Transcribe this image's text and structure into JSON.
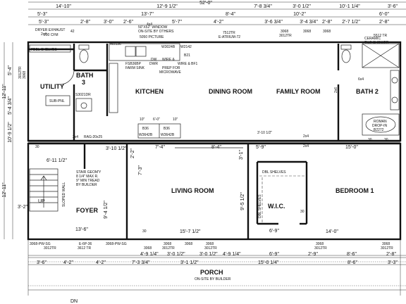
{
  "rooms": {
    "kitchen": "KITCHEN",
    "dining": "DINING ROOM",
    "family": "FAMILY ROOM",
    "bath3": "BATH",
    "bath3_num": "3",
    "bath2": "BATH 2",
    "utility": "UTILITY",
    "living": "LIVING ROOM",
    "bedroom1": "BEDROOM 1",
    "wic": "W.I.C.",
    "foyer": "FOYER",
    "porch": "PORCH",
    "porch_note": "ON-SITE BY BUILDER"
  },
  "top_dims": {
    "overall": "52'-0\"",
    "r1": [
      "14'-10\"",
      "12'-9 1/2\"",
      "7'-8 3/4\"",
      "3'-0 1/2\"",
      "10'-1 1/4\"",
      "3'-6\""
    ],
    "r2": [
      "5'-3\"",
      "13'-7\"",
      "8'-4\"",
      "10'-2\"",
      "6'-0\""
    ],
    "r3": [
      "5'-3\"",
      "2'-8\"",
      "3'-0\"",
      "2'-6\"",
      "5'-7\"",
      "4'-2\"",
      "3'-6 3/4\"",
      "3'-4 3/4\"",
      "2'-8\"",
      "2'-7 1/2\"",
      "2'-8\""
    ]
  },
  "bottom_dims": {
    "a": [
      "3'-6\"",
      "4'-2\"",
      "4'-2\"",
      "7'-3 3/4\"",
      "3'-1 1/2\"",
      "15'-0 1/4\"",
      "8'-6\"",
      "3'-3\""
    ],
    "b": [
      "4'-9 1/4\"",
      "3'-0 1/2\"",
      "3'-0 1/2\"",
      "4'-9 1/4\"",
      "6'-9\"",
      "2'-9\"",
      "8'-6\"",
      "2'-8\""
    ]
  },
  "left_dims": [
    "5'-4\"",
    "12'-11\"",
    "5'-4 3/4\"",
    "10'-9 1/2\"",
    "12'-11\"",
    "3'-2\""
  ],
  "interior_dims": [
    "7'-4\"",
    "8'-4\"",
    "5'-9\"",
    "15'-0\"",
    "3'-10 1/2\"",
    "7'-3\"",
    "15'-7 1/2\"",
    "14'-0\"",
    "6'-9\"",
    "9'-4 1/2\"",
    "6'-11 1/2\"",
    "13'-6\"",
    "3'-10 1/2\"",
    "9'-5 1/2\"",
    "3'-1\"",
    "2'-2\""
  ],
  "labels": {
    "dryer": "DRYER EXHAUST",
    "dryer_cfm": "200 CFM",
    "fdbl": "FDBL SHELVES",
    "window": "50\"X52\" WINDOW",
    "onsite": "ON-SITE BY OTHERS",
    "pict": "5050 PICTURE",
    "atrium_code": "7512TR",
    "atrium": "E-ATRIUM-72",
    "w3024b": "W3024B",
    "w2142": "W2142",
    "w2136": "W2136",
    "b21": "B21",
    "fsb": "FSB36BP",
    "farm": "FARM SINK",
    "dwr": "DWR",
    "dw": "DW",
    "wire1": "WIRE &",
    "wire2": "WIRE & BF1",
    "prep": "PREP FOR",
    "micro": "MICROWAVE",
    "shower1": "CERAMIC",
    "shower2": "TILE SHOWER",
    "shower_code": "5512 TR",
    "roman1": "ROMAN",
    "roman2": "DROP-IN",
    "roman3": "B2272",
    "subpnl": "SUB-PNL",
    "s3021": "S3021DR",
    "stair1": "STAIR GEOM'Y",
    "stair2": "8 1/4\" MAX R.",
    "stair3": "9\" MIN TREAD",
    "stair4": "BY BUILDER",
    "up": "UP",
    "slope": "SLOPED WALL",
    "dbl1": "DBL SHELVES",
    "dbl2": "DBL SHELVES",
    "rag": "RAG-20x25",
    "b36a": "B36",
    "b36b": "B36",
    "w3642a": "W3642B",
    "w3642b": "W3642B",
    "cab1": "10\"",
    "cab2": "6'-0\"",
    "cab3": "10\"",
    "dn": "DN"
  },
  "door_codes": {
    "top": [
      "3068",
      "3012TR",
      "3068",
      "3068",
      "3012TR",
      "3068"
    ],
    "bottom": [
      "3068-PW-SG",
      "3012TR",
      "E-6P-36",
      "3612 TR",
      "3068-PW-SG",
      "3068",
      "3012TR",
      "3068",
      "3068",
      "3012TR",
      "3068",
      "3012TR",
      "3068",
      "3012TR",
      "3068"
    ]
  },
  "misc": [
    "2x4",
    "2x4",
    "2x4",
    "2x4",
    "2x6",
    "30",
    "30",
    "30",
    "30",
    "30",
    "4x4",
    "6x4",
    "42"
  ]
}
